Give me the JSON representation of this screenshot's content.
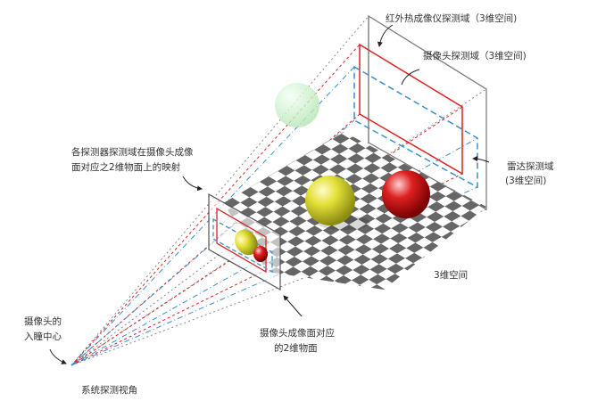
{
  "labels": {
    "thermal_domain": "红外热成像仪探测域（3维空间)",
    "camera_domain": "摄像头探测域（3维空间)",
    "mapping_line1": "各探测器探测域在摄像头成像",
    "mapping_line2": "面对应之2维物面上的映射",
    "radar_line1": "雷达探测域",
    "radar_line2": "(3维空间)",
    "space_3d": "3维空间",
    "image_plane_line1": "摄像头成像面对应",
    "image_plane_line2": "的2维物面",
    "pupil_line1": "摄像头的",
    "pupil_line2": "入瞳中心",
    "fov": "系统探测视角"
  },
  "colors": {
    "thermal": "#e02020",
    "radar": "#3a8fd0",
    "camera": "#777777"
  }
}
